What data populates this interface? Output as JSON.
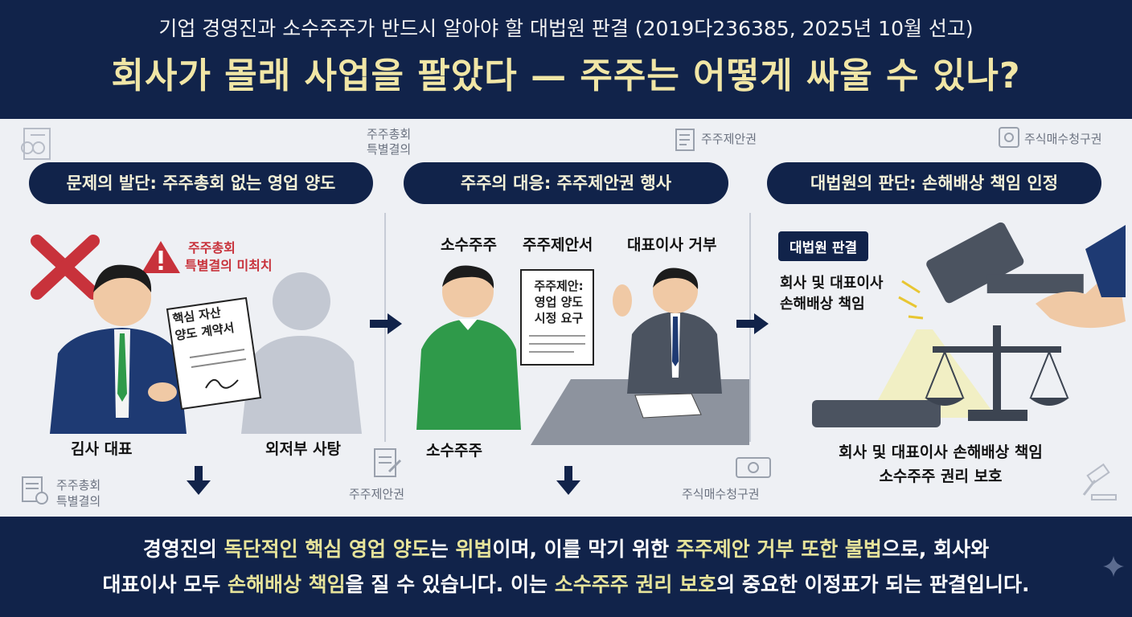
{
  "header": {
    "subtitle": "기업 경영진과 소수주주가 반드시 알아야 할 대법원 판결 (2019다236385, 2025년 10월 선고)",
    "title": "회사가 몰래 사업을 팔았다 — 주주는 어떻게 싸울 수 있나?"
  },
  "panel1": {
    "heading": "문제의 발단: 주주총회 없는 영업 양도",
    "warning_line1": "주주총회",
    "warning_line2": "특별결의 미최치",
    "contract_line1": "핵심 자산",
    "contract_line2": "양도 계약서",
    "person_left": "김사 대표",
    "person_right": "외저부 사탕",
    "corner_icon_label": "주주총회 특별결의",
    "bottom_icon_label_line1": "주주총회",
    "bottom_icon_label_line2": "특별결의"
  },
  "panel2": {
    "heading": "주주의 대응: 주주제안권 행사",
    "label_shareholder": "소수주주",
    "label_proposal": "주주제안서",
    "label_ceo": "대표이사 거부",
    "doc_line1": "주주제안:",
    "doc_line2": "영업 양도",
    "doc_line3": "시정 요구",
    "bottom_label": "소수주주",
    "top_faint_line1": "주주총회",
    "top_faint_line2": "특별결의",
    "bottom_icon_label": "주주제안권"
  },
  "panel3": {
    "heading": "대법원의 판단: 손해배상 책임 인정",
    "badge": "대법원 판결",
    "verdict_line1": "회사 및 대표이사",
    "verdict_line2": "손해배상 책임",
    "bottom_line1": "회사 및 대표이사 손해배상 책임",
    "bottom_line2": "소수주주 권리 보호",
    "top_icon_label": "주주제안권",
    "top_right_icon_label": "주식매수청구권",
    "bottom_icon_label": "주식매수청구권"
  },
  "footer": {
    "l1_a": "경영진의 ",
    "l1_b": "독단적인 핵심 영업 양도",
    "l1_c": "는 ",
    "l1_d": "위법",
    "l1_e": "이며, 이를 막기 위한 ",
    "l1_f": "주주제안 거부 또한 불법",
    "l1_g": "으로, 회사와",
    "l2_a": "대표이사 모두 ",
    "l2_b": "손해배상 책임",
    "l2_c": "을 질 수 있습니다. 이는 ",
    "l2_d": "소수주주 권리 보호",
    "l2_e": "의 중요한 이정표가 되는 판결입니다."
  },
  "colors": {
    "navy": "#11234a",
    "title_yellow": "#f1e6a6",
    "highlight": "#e6e39a",
    "warning_red": "#c8323b",
    "green_sweater": "#2f9a4a"
  }
}
